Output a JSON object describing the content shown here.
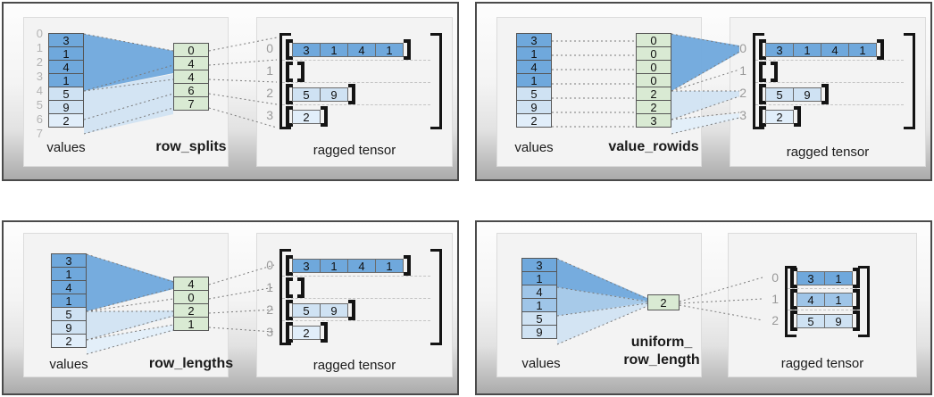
{
  "colors": {
    "dark_blue": "#6fa8dc",
    "mid_blue": "#9fc5e8",
    "light_blue": "#cfe2f3",
    "lighter_blue": "#e1eefa",
    "green": "#d9ead3",
    "panel_border": "#4a4a4a",
    "gray_label": "#a6a6a6",
    "bracket": "#141414"
  },
  "panels": [
    {
      "key_name": "row_splits",
      "values_label": "values",
      "key_label": "row_splits",
      "tensor_label": "ragged tensor",
      "boundary_labels": [
        "0",
        "1",
        "2",
        "3",
        "4",
        "5",
        "6",
        "7"
      ],
      "values": [
        "3",
        "1",
        "4",
        "1",
        "5",
        "9",
        "2"
      ],
      "key_values": [
        "0",
        "4",
        "4",
        "6",
        "7"
      ],
      "tensor": {
        "row_labels": [
          "0",
          "1",
          "2",
          "3"
        ],
        "rows": [
          [
            "3",
            "1",
            "4",
            "1"
          ],
          [],
          [
            "5",
            "9"
          ],
          [
            "2"
          ]
        ]
      }
    },
    {
      "key_name": "value_rowids",
      "values_label": "values",
      "key_label": "value_rowids",
      "tensor_label": "ragged tensor",
      "values": [
        "3",
        "1",
        "4",
        "1",
        "5",
        "9",
        "2"
      ],
      "key_values": [
        "0",
        "0",
        "0",
        "0",
        "2",
        "2",
        "3"
      ],
      "tensor": {
        "row_labels": [
          "0",
          "1",
          "2",
          "3"
        ],
        "rows": [
          [
            "3",
            "1",
            "4",
            "1"
          ],
          [],
          [
            "5",
            "9"
          ],
          [
            "2"
          ]
        ]
      }
    },
    {
      "key_name": "row_lengths",
      "values_label": "values",
      "key_label": "row_lengths",
      "tensor_label": "ragged tensor",
      "values": [
        "3",
        "1",
        "4",
        "1",
        "5",
        "9",
        "2"
      ],
      "key_values": [
        "4",
        "0",
        "2",
        "1"
      ],
      "tensor": {
        "row_labels": [
          "0",
          "1",
          "2",
          "3"
        ],
        "rows": [
          [
            "3",
            "1",
            "4",
            "1"
          ],
          [],
          [
            "5",
            "9"
          ],
          [
            "2"
          ]
        ]
      }
    },
    {
      "key_name": "uniform_row_length",
      "values_label": "values",
      "key_label_line1": "uniform_",
      "key_label_line2": "row_length",
      "tensor_label": "ragged tensor",
      "values": [
        "3",
        "1",
        "4",
        "1",
        "5",
        "9"
      ],
      "key_values": [
        "2"
      ],
      "tensor": {
        "row_labels": [
          "0",
          "1",
          "2"
        ],
        "rows": [
          [
            "3",
            "1"
          ],
          [
            "4",
            "1"
          ],
          [
            "5",
            "9"
          ]
        ]
      }
    }
  ]
}
